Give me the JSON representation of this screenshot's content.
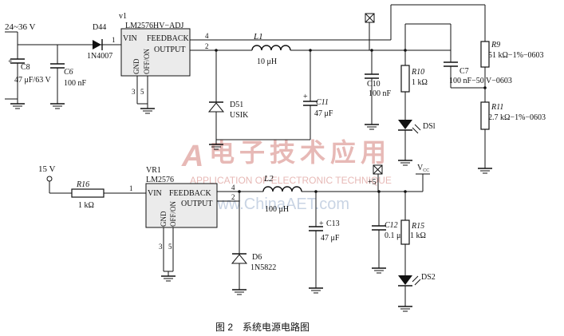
{
  "caption": "图 2　系统电源电路图",
  "watermark": {
    "cn": "电子技术应用",
    "en": "APPLICATION OF ELECTRONIC TECHNIQUE",
    "url": "www.ChinaAET.com"
  },
  "upper": {
    "vin_label": "24~36 V",
    "c8": {
      "ref": "C8",
      "value": "47 μF/63 V"
    },
    "c6": {
      "ref": "C6",
      "value": "100 nF"
    },
    "d44": {
      "ref": "D44",
      "value": "1N4007"
    },
    "pin_d44": "1",
    "ic": {
      "ref": "v1",
      "part": "LM2576HV−ADJ",
      "vin": "VIN",
      "feedback": "FEEDBACK",
      "output": "OUTPUT",
      "gnd": "GND",
      "onoff": "OFF/ON"
    },
    "pin_fb": "4",
    "pin_out": "2",
    "pin_gnd": "3",
    "pin_onoff": "5",
    "l1": {
      "ref": "L1",
      "value": "10 μH"
    },
    "d51": {
      "ref": "D51",
      "value": "USIK"
    },
    "c11": {
      "ref": "C11",
      "value": "47 μF"
    },
    "c10": {
      "ref": "C10",
      "value": "100 nF"
    },
    "r10": {
      "ref": "R10",
      "value": "1 kΩ"
    },
    "ds1": {
      "ref": "DSl"
    },
    "c7": {
      "ref": "C7",
      "value": "100 nF−50 V−0603"
    },
    "r9": {
      "ref": "R9",
      "value": "51 kΩ−1%−0603"
    },
    "r11": {
      "ref": "R11",
      "value": "2.7 kΩ−1%−0603"
    }
  },
  "lower": {
    "vin_label": "15 V",
    "r16": {
      "ref": "R16",
      "value": "1 kΩ"
    },
    "pin_vin": "1",
    "ic": {
      "ref": "VR1",
      "part": "LM2576",
      "vin": "VIN",
      "feedback": "FEEDBACK",
      "output": "OUTPUT",
      "gnd": "GND",
      "onoff": "OFF/ON"
    },
    "pin_fb": "4",
    "pin_out": "2",
    "pin_gnd": "3",
    "pin_onoff": "5",
    "l2": {
      "ref": "L2",
      "value": "100 μH"
    },
    "d6": {
      "ref": "D6",
      "value": "1N5822"
    },
    "c13": {
      "ref": "C13",
      "value": "47 μF"
    },
    "out_label": "+5",
    "vcc_label": "V",
    "vcc_sub": "CC",
    "c12": {
      "ref": "C12",
      "value": "0.1 μF"
    },
    "r15": {
      "ref": "R15",
      "value": "1 kΩ"
    },
    "ds2": {
      "ref": "DS2"
    }
  }
}
